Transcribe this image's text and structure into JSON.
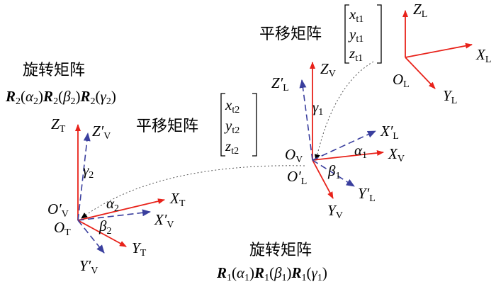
{
  "colors": {
    "x_axis": "#e8221a",
    "z_axis": "#e8221a",
    "primed_axis": "#3a3f9e",
    "path": "#555555",
    "ink": "#000000"
  },
  "translation_label_1": "平移矩阵",
  "translation_label_2": "平移矩阵",
  "rotation_label_1": "旋转矩阵",
  "rotation_label_2": "旋转矩阵",
  "matrix_1": {
    "r1": [
      "x",
      "t1"
    ],
    "r2": [
      "y",
      "t1"
    ],
    "r3": [
      "z",
      "t1"
    ]
  },
  "matrix_2": {
    "r1": [
      "x",
      "t2"
    ],
    "r2": [
      "y",
      "t2"
    ],
    "r3": [
      "z",
      "t2"
    ]
  },
  "frame_L": {
    "origin": [
      "O",
      "L"
    ],
    "x": [
      "X",
      "L"
    ],
    "y": [
      "Y",
      "L"
    ],
    "z": [
      "Z",
      "L"
    ]
  },
  "frame_V": {
    "origin": [
      "O",
      "V"
    ],
    "x": [
      "X",
      "V"
    ],
    "y": [
      "Y",
      "V"
    ],
    "z": [
      "Z",
      "V"
    ],
    "origin_p": [
      "O′",
      "L"
    ],
    "x_p": [
      "X′",
      "L"
    ],
    "y_p": [
      "Y′",
      "L"
    ],
    "z_p": [
      "Z′",
      "L"
    ],
    "alpha": [
      "α",
      "1"
    ],
    "beta": [
      "β",
      "1"
    ],
    "gamma": [
      "γ",
      "1"
    ]
  },
  "frame_T": {
    "origin": [
      "O",
      "T"
    ],
    "x": [
      "X",
      "T"
    ],
    "y": [
      "Y",
      "T"
    ],
    "z": [
      "Z",
      "T"
    ],
    "origin_p": [
      "O′",
      "V"
    ],
    "x_p": [
      "X′",
      "V"
    ],
    "y_p": [
      "Y′",
      "V"
    ],
    "z_p": [
      "Z′",
      "V"
    ],
    "alpha": [
      "α",
      "2"
    ],
    "beta": [
      "β",
      "2"
    ],
    "gamma": [
      "γ",
      "2"
    ]
  },
  "formula_1": {
    "R": "R",
    "sub": "1",
    "a": "α",
    "b": "β",
    "g": "γ"
  },
  "formula_2": {
    "R": "R",
    "sub": "2",
    "a": "α",
    "b": "β",
    "g": "γ"
  }
}
